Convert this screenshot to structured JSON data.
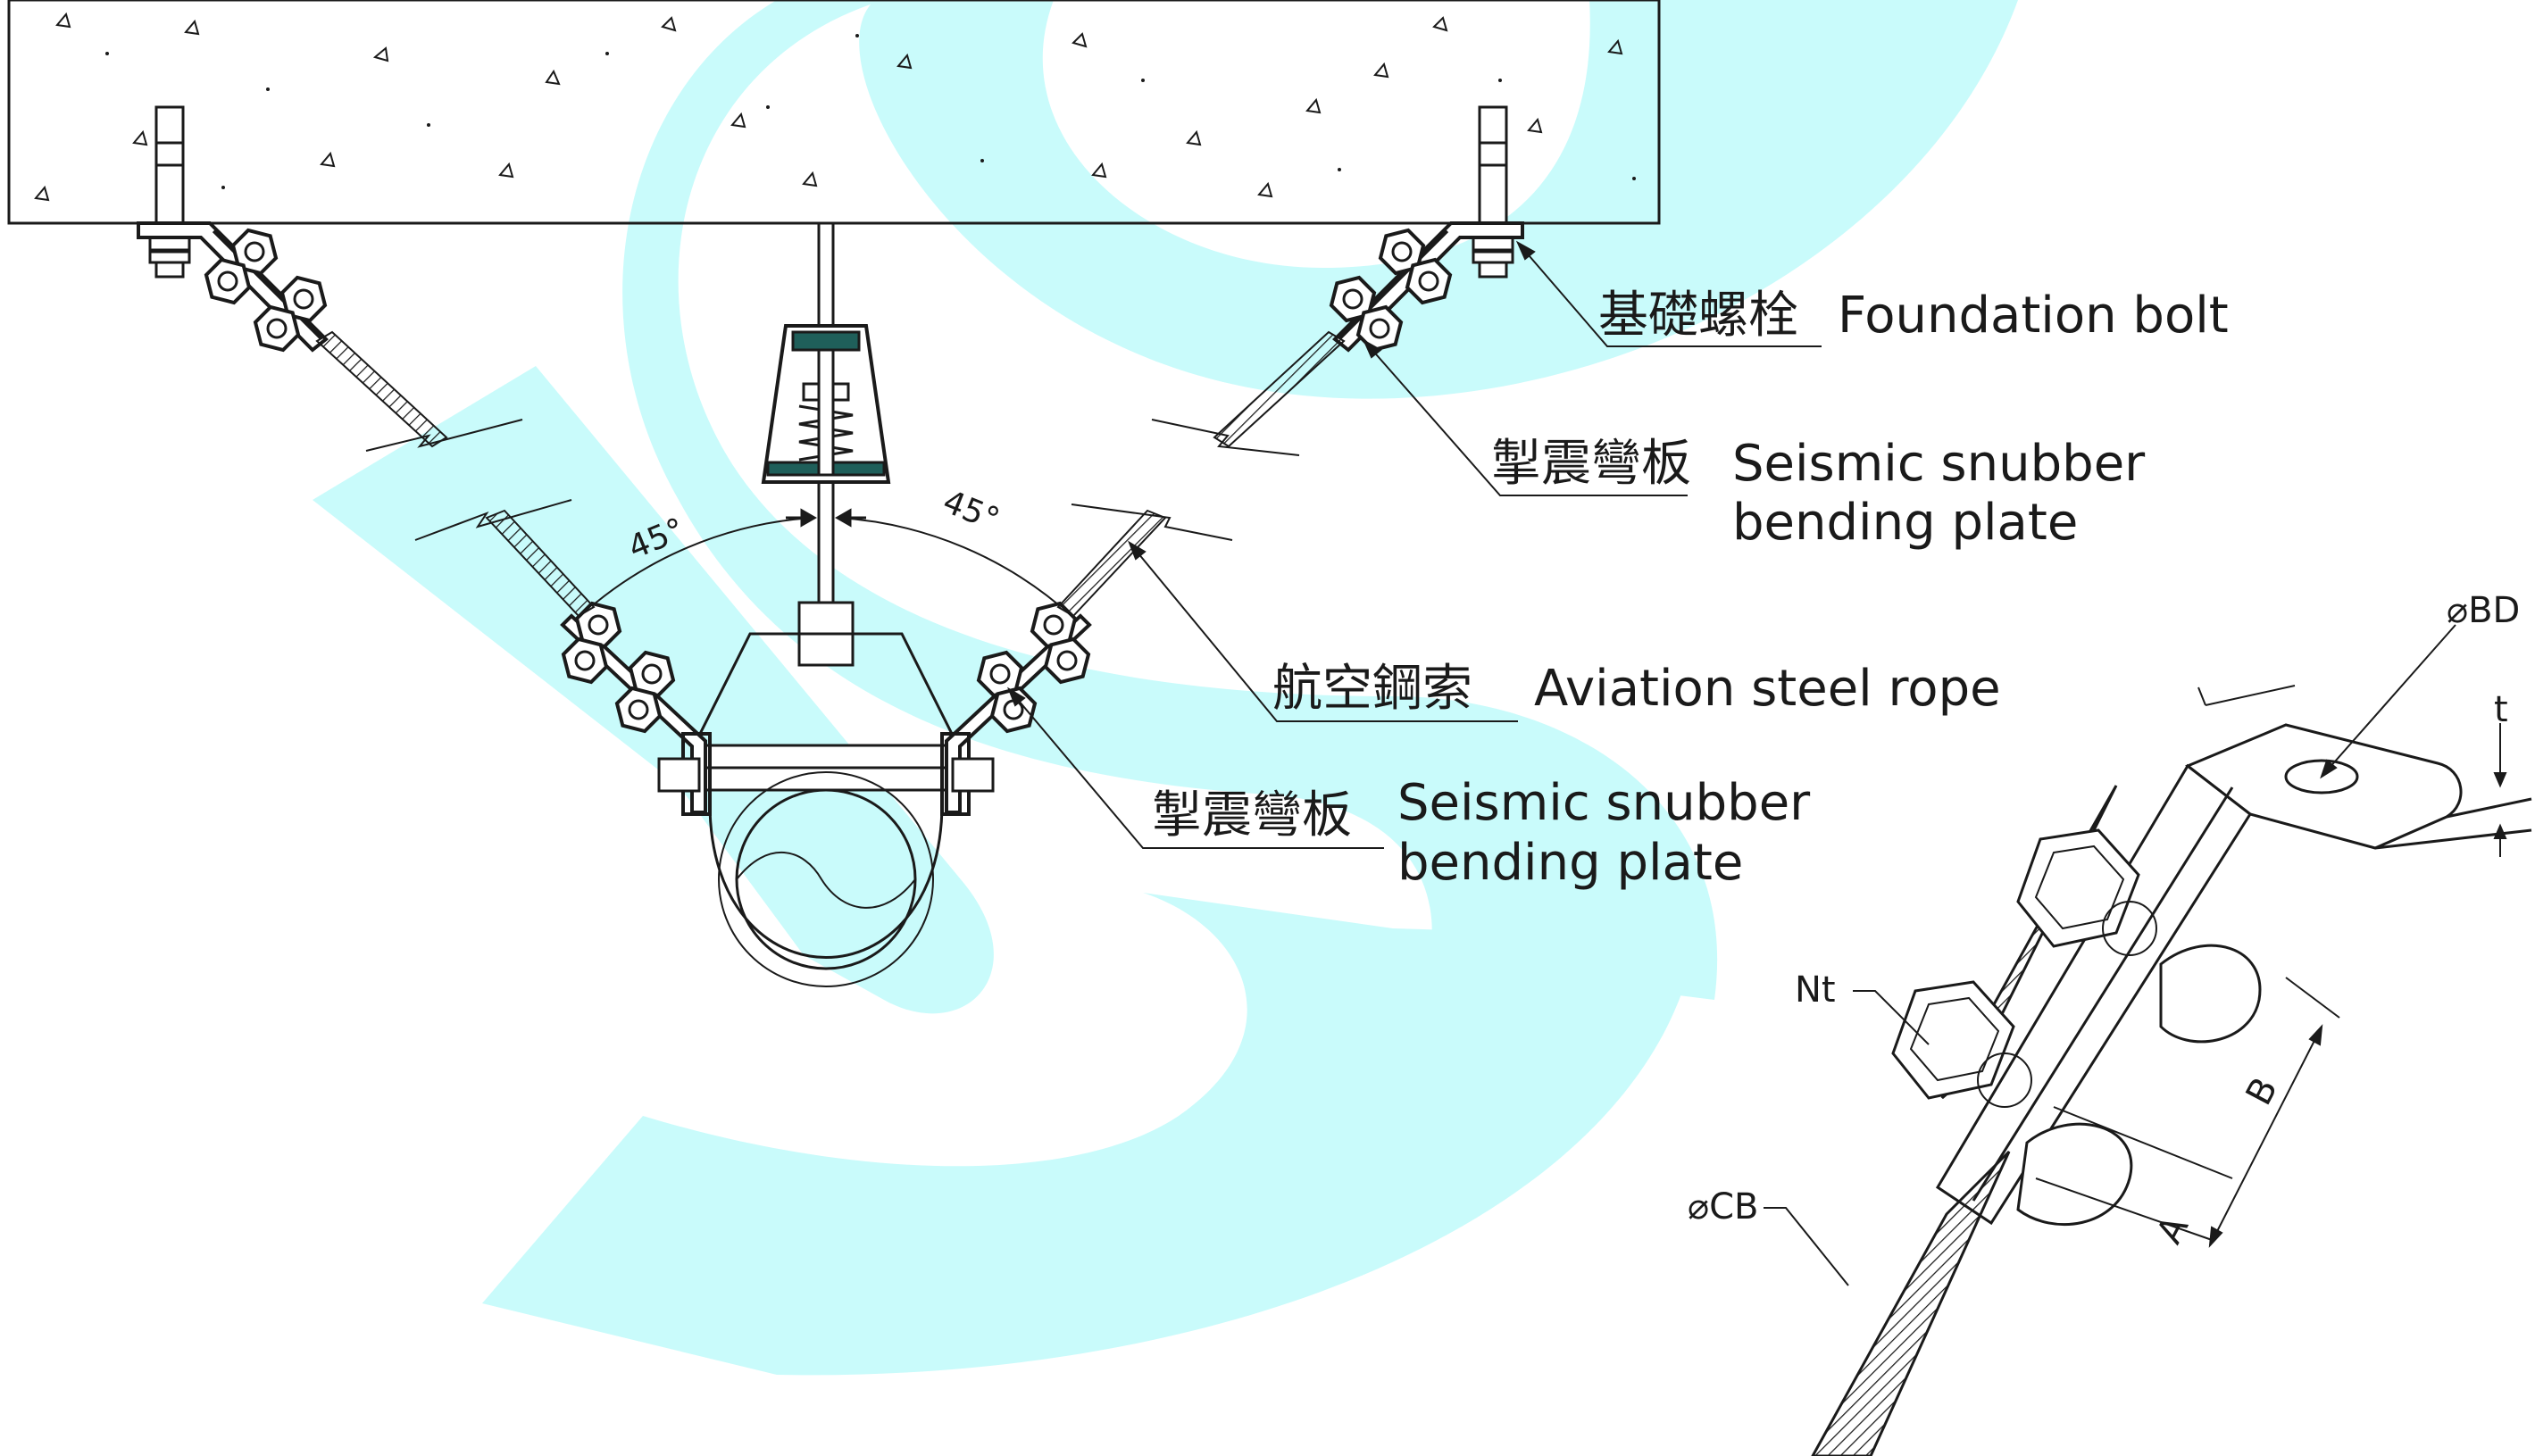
{
  "watermark": {
    "color": "#c9fbfb"
  },
  "colors": {
    "line": "#1a1a1a",
    "fill_dark": "#2a2a2a",
    "fill_teal": "#1f5f5a",
    "concrete": "#f9f9f9"
  },
  "angles": {
    "left": "45°",
    "right": "45°"
  },
  "callouts": {
    "foundation_bolt": {
      "zh": "基礎螺栓",
      "en": "Foundation bolt"
    },
    "snubber_top": {
      "zh": "掣震彎板",
      "en_line1": "Seismic snubber",
      "en_line2": "bending plate"
    },
    "steel_rope": {
      "zh": "航空鋼索",
      "en": "Aviation steel rope"
    },
    "snubber_mid": {
      "zh": "掣震彎板",
      "en_line1": "Seismic snubber",
      "en_line2": "bending plate"
    }
  },
  "detail": {
    "bd": "⌀BD",
    "t": "t",
    "nt": "Nt",
    "cb": "⌀CB",
    "a": "A",
    "b": "B"
  }
}
